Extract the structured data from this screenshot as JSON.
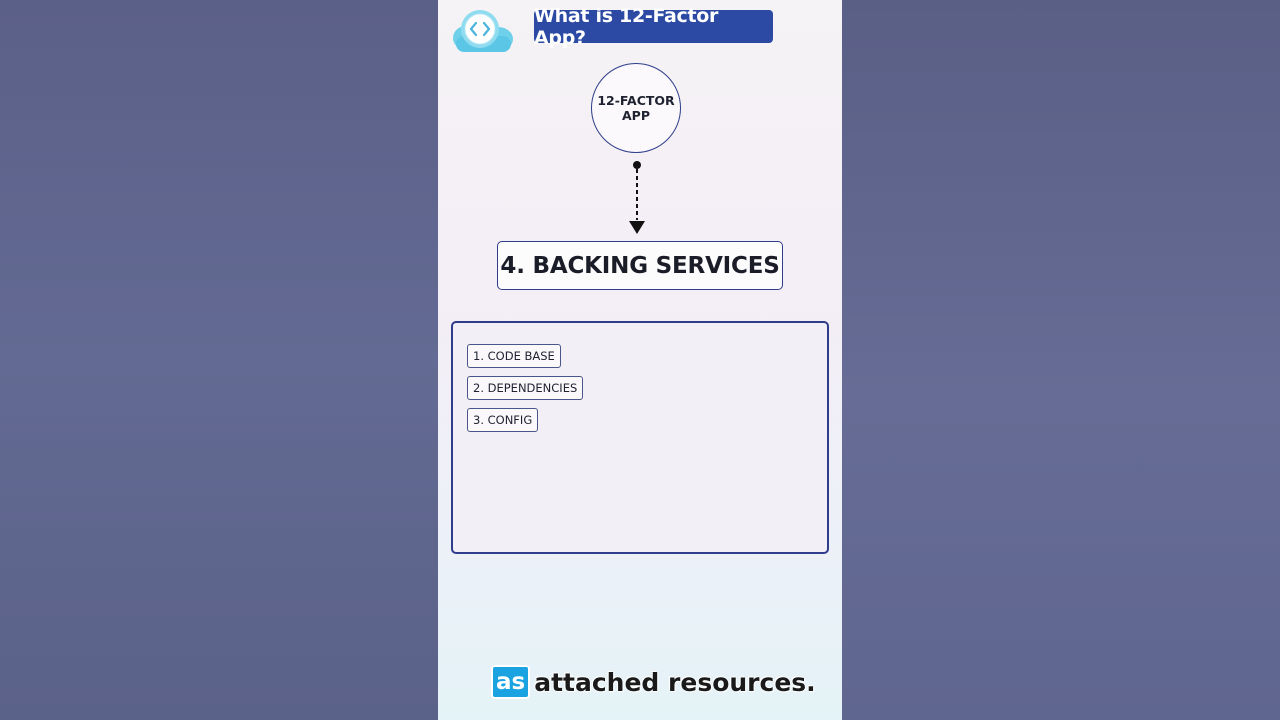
{
  "header": {
    "logo_icon": "code-cloud-icon",
    "title": "What is 12-Factor App?"
  },
  "diagram": {
    "root_node": [
      "12-FACTOR",
      "APP"
    ],
    "current_factor": "4. BACKING SERVICES",
    "connector_icon": "dashed-arrow-down-icon"
  },
  "factors_list": [
    "1. CODE BASE",
    "2. DEPENDENCIES",
    "3. CONFIG"
  ],
  "caption": {
    "highlight": "as",
    "text": "attached resources."
  },
  "colors": {
    "accent": "#2c4aa3",
    "outline": "#2f3d8a",
    "caption_highlight": "#1aa3e0",
    "backdrop": "#5f6690"
  }
}
